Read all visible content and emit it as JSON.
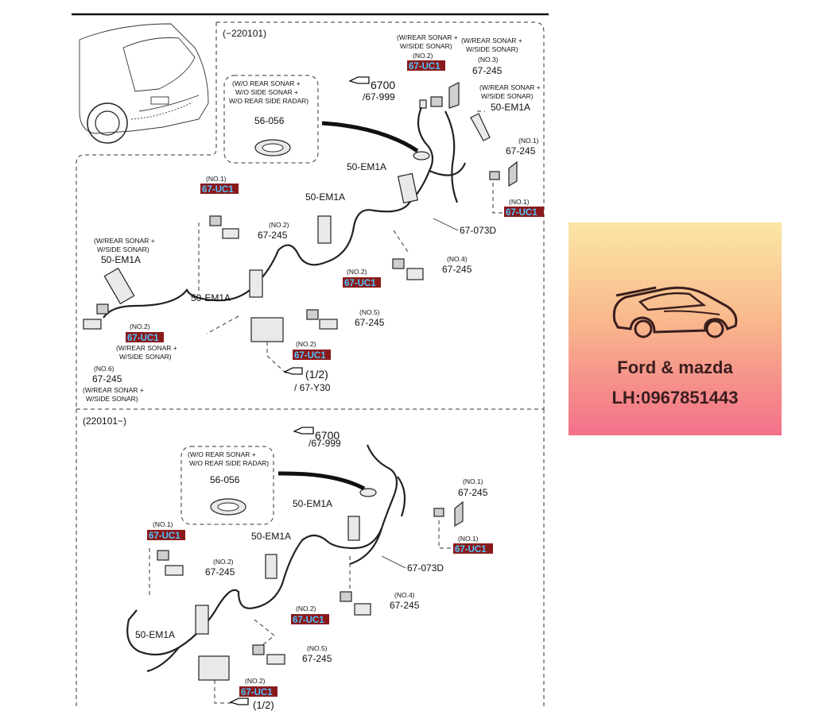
{
  "upper": {
    "range": "(−220101)",
    "pointer_top_code": "6700",
    "pointer_top_ref": "/67-999",
    "pointer_bottom_code": "(1/2)",
    "pointer_bottom_ref": "/ 67-Y30",
    "grommet_box_note": [
      "(W/O REAR SONAR +",
      "W/O SIDE SONAR +",
      "W/O REAR SIDE RADAR)"
    ],
    "grommet_code": "56-056",
    "harness_code": "67-073D",
    "tape_a": "50-EM1A",
    "tape_b": "50-EM1A",
    "tape_c": "50-EM1A",
    "tape_d": "50-EM1A",
    "tape_e": "50-EM1A",
    "note_top_left": [
      "(W/REAR SONAR +",
      "W/SIDE SONAR)"
    ],
    "note_top_right": [
      "(W/REAR SONAR +",
      "W/SIDE SONAR)"
    ],
    "note_right": [
      "(W/REAR SONAR +",
      "W/SIDE SONAR)"
    ],
    "note_left": [
      "(W/REAR SONAR +",
      "W/SIDE SONAR)"
    ],
    "note_bottom_a": [
      "(W/REAR SONAR +",
      "W/SIDE SONAR)"
    ],
    "note_bottom_b": [
      "(W/REAR SONAR +",
      "W/SIDE SONAR)"
    ],
    "no1": "(NO.1)",
    "no2": "(NO.2)",
    "no3": "(NO.3)",
    "no4": "(NO.4)",
    "no5": "(NO.5)",
    "no6": "(NO.6)",
    "sensor_code": "67-245",
    "connector_code": "67-UC1"
  },
  "lower": {
    "range": "(220101−)",
    "pointer_top_code": "6700",
    "pointer_top_ref": "/67-999",
    "pointer_bottom_code": "(1/2)",
    "grommet_box_note": [
      "(W/O REAR SONAR +",
      "W/O REAR SIDE RADAR)"
    ],
    "grommet_code": "56-056",
    "harness_code": "67-073D",
    "tape": "50-EM1A",
    "no1": "(NO.1)",
    "no2": "(NO.2)",
    "no4": "(NO.4)",
    "no5": "(NO.5)",
    "sensor_code": "67-245",
    "connector_code": "67-UC1"
  },
  "ad": {
    "brand": "Ford & mazda",
    "phone": "LH:0967851443",
    "icon": "sports-car-icon",
    "colors": {
      "top": "#fbe7a6",
      "bottom": "#f3708a",
      "text": "#3a1e1e"
    }
  },
  "highlight_colors": {
    "bg": "#8a1a1a",
    "text": "#4fc3ff"
  }
}
